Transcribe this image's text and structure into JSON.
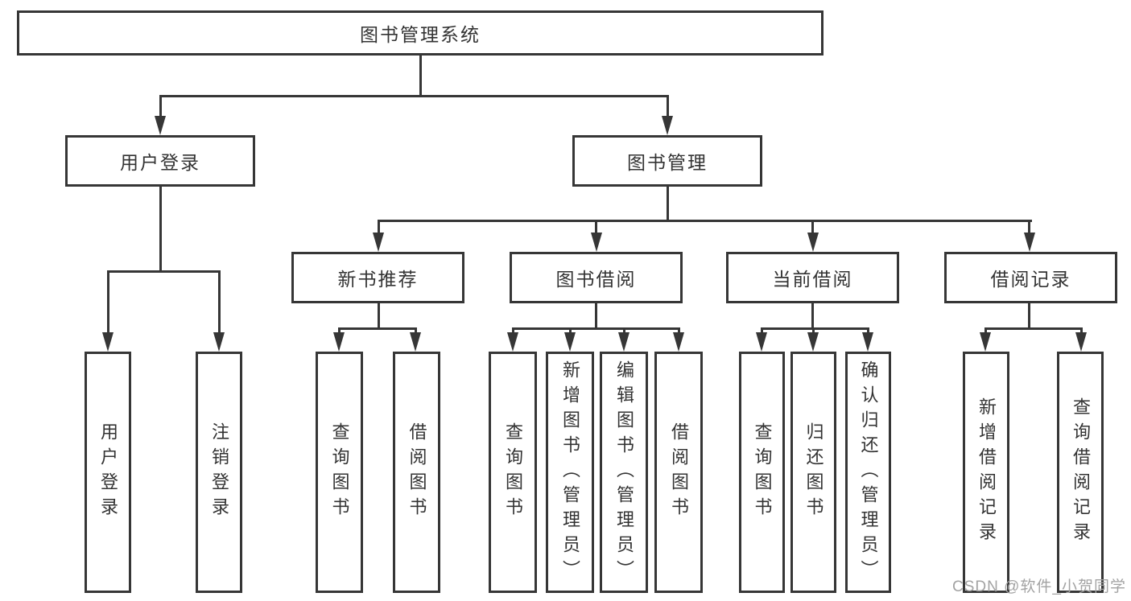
{
  "diagram": {
    "title": "图书管理系统",
    "nodes": {
      "root": {
        "label": "图书管理系统"
      },
      "user_login": {
        "label": "用户登录"
      },
      "book_mgmt": {
        "label": "图书管理"
      },
      "new_books": {
        "label": "新书推荐"
      },
      "book_borrow": {
        "label": "图书借阅"
      },
      "current_borrow": {
        "label": "当前借阅"
      },
      "borrow_records": {
        "label": "借阅记录"
      },
      "leaf_user_login": {
        "label": "用户登录"
      },
      "leaf_logout": {
        "label": "注销登录"
      },
      "leaf_nb_query": {
        "label": "查询图书"
      },
      "leaf_nb_borrow": {
        "label": "借阅图书"
      },
      "leaf_bb_query": {
        "label": "查询图书"
      },
      "leaf_bb_add": {
        "label": "新增图书（管理员）"
      },
      "leaf_bb_edit": {
        "label": "编辑图书（管理员）"
      },
      "leaf_bb_borrow": {
        "label": "借阅图书"
      },
      "leaf_cb_query": {
        "label": "查询图书"
      },
      "leaf_cb_return": {
        "label": "归还图书"
      },
      "leaf_cb_confirm": {
        "label": "确认归还（管理员）"
      },
      "leaf_br_add": {
        "label": "新增借阅记录"
      },
      "leaf_br_query": {
        "label": "查询借阅记录"
      }
    },
    "colors": {
      "line": "#363636",
      "text": "#333333",
      "background": "#ffffff",
      "watermark": "#a3a3a3"
    }
  },
  "watermark": {
    "text": "CSDN @软件_小贺同学"
  }
}
